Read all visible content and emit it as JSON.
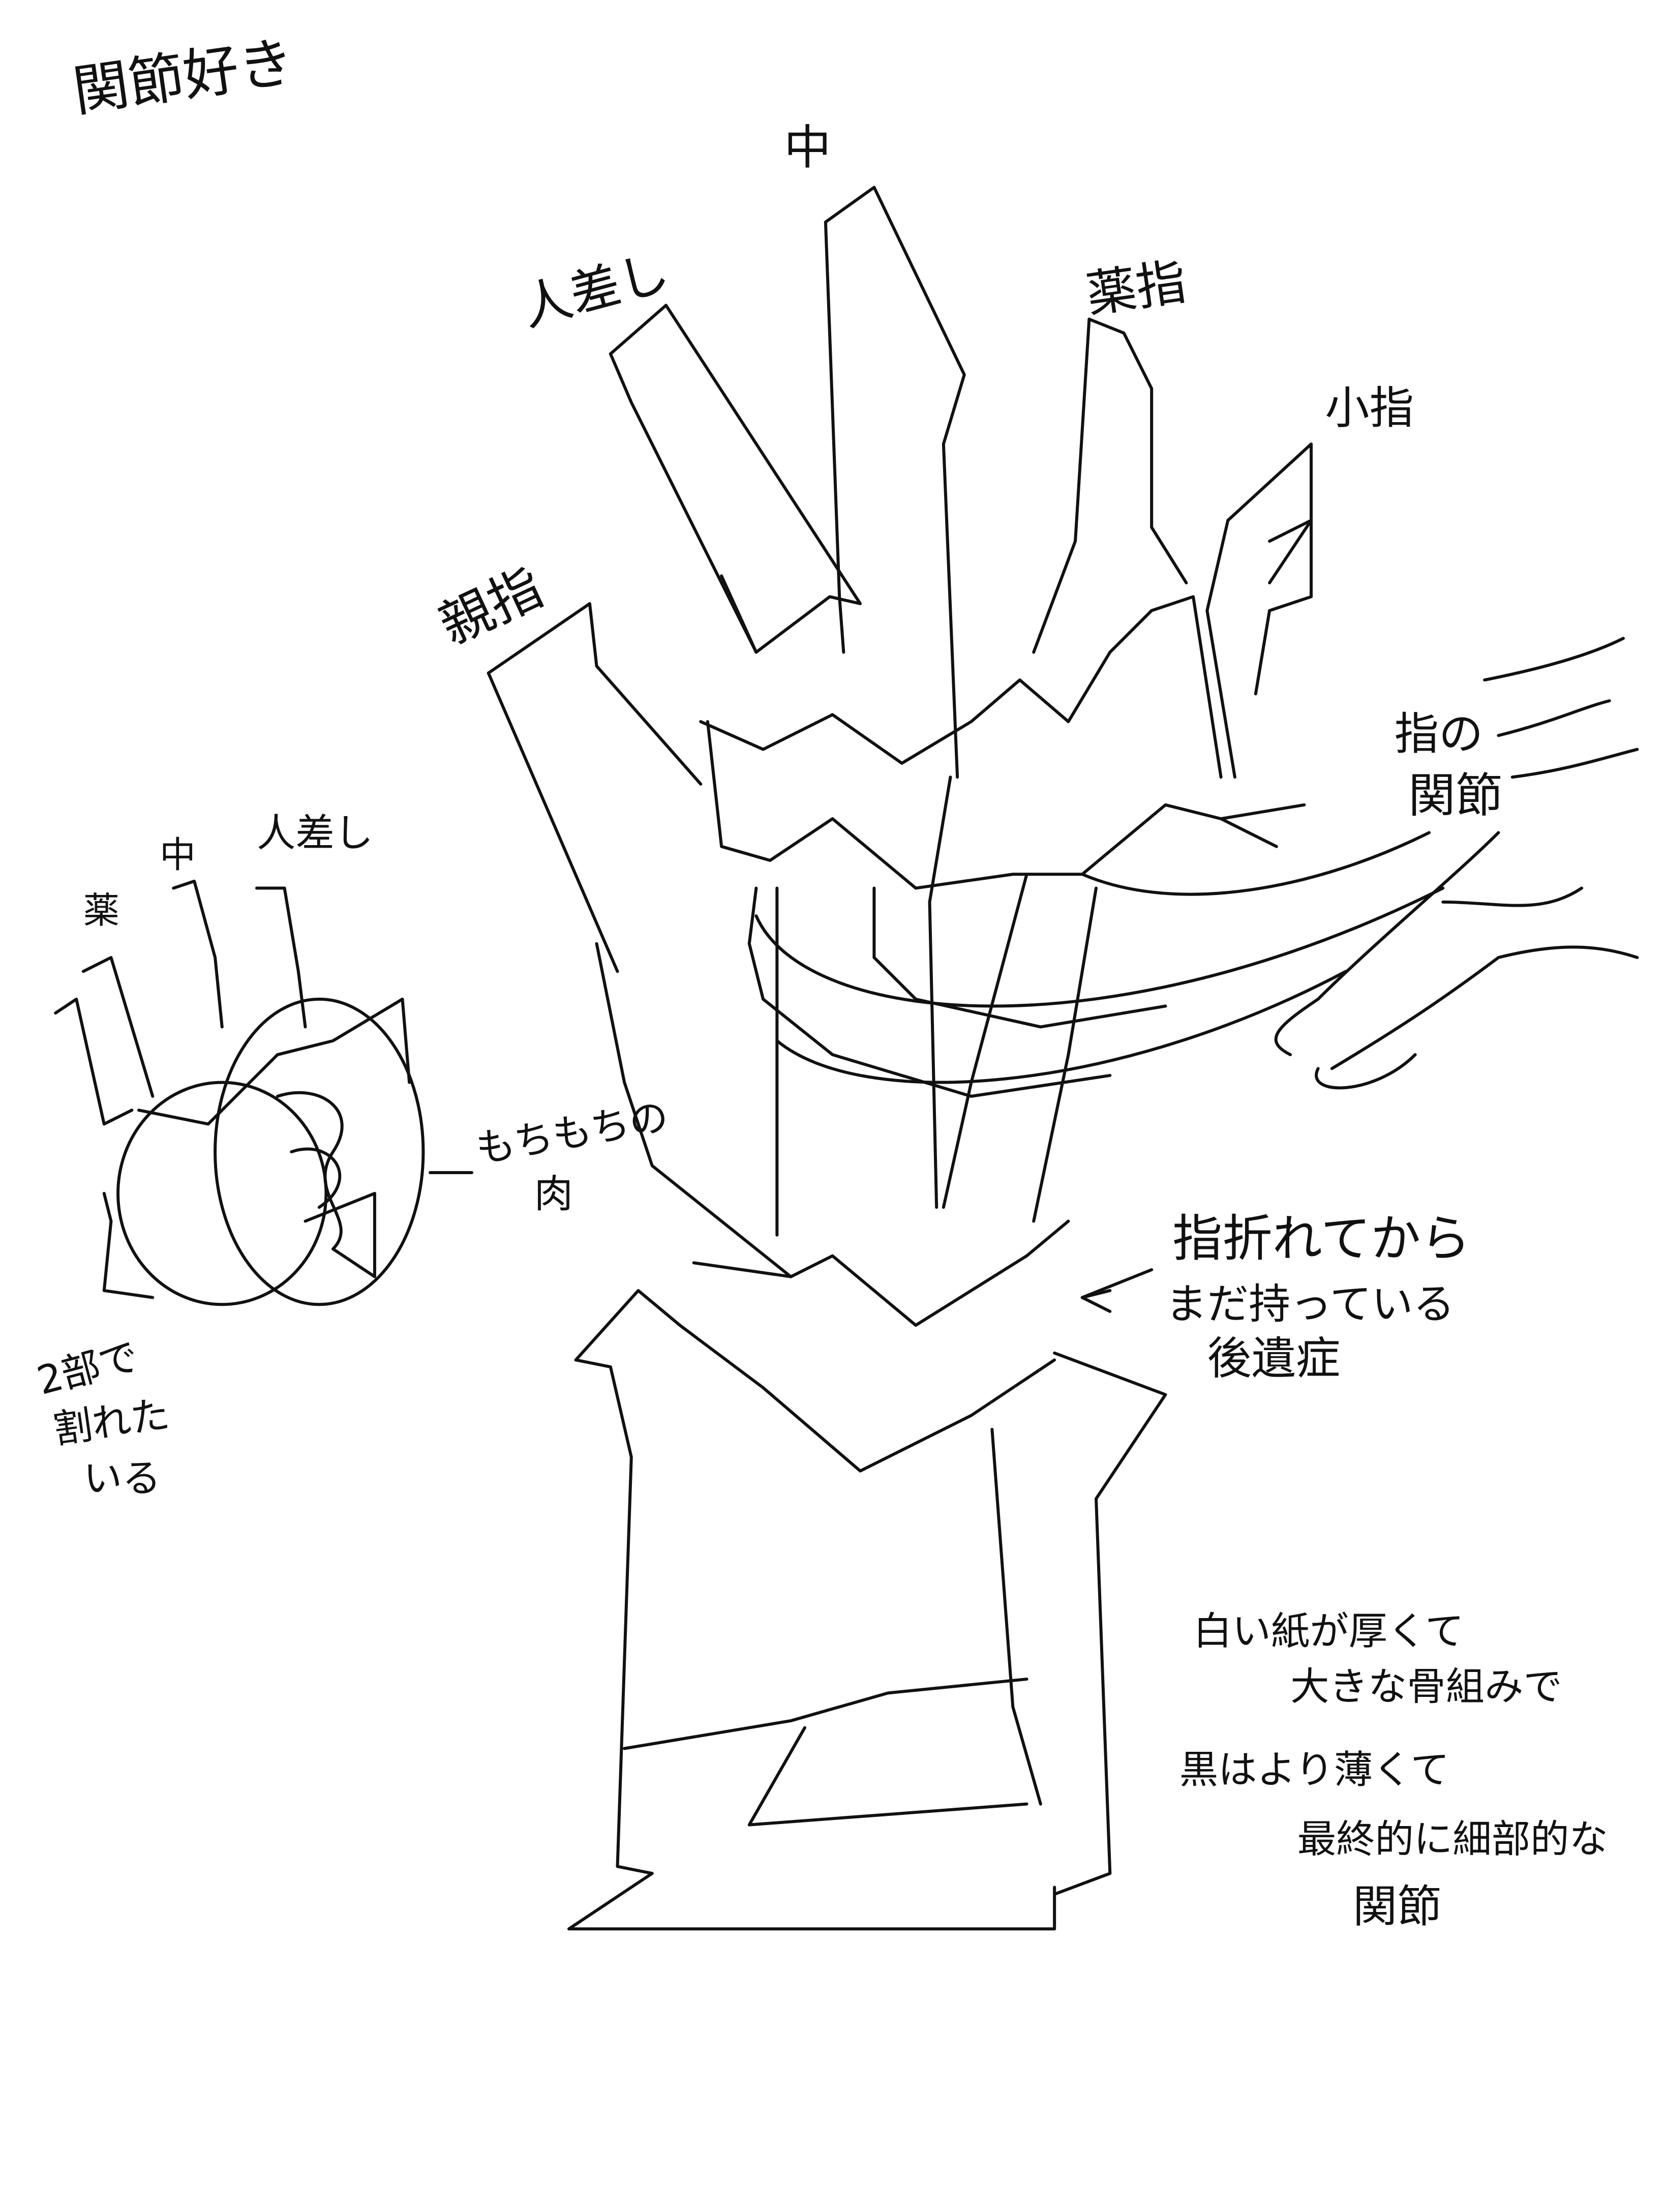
{
  "title": "関節好き",
  "finger_labels": {
    "middle": "中",
    "index": "人差し",
    "ring": "薬指",
    "little": "小指",
    "thumb": "親指"
  },
  "joint_label": {
    "line1": "指の",
    "line2": "関節"
  },
  "small_sketch": {
    "labels": [
      "薬",
      "中",
      "人差し"
    ],
    "flesh_note": {
      "line1": "もちもちの",
      "line2": "肉"
    },
    "split_note": {
      "line1": "2部で",
      "line2": "割れた",
      "line3": "いる"
    }
  },
  "injury_note": {
    "line1": "指折れてから",
    "line2": "まだ持っている",
    "line3": "後遺症"
  },
  "material_note": {
    "line1": "白い紙が厚くて",
    "line2": "大きな骨組みで",
    "line3": "黒はより薄くて",
    "line4": "最終的に細部的な",
    "line5": "関節"
  },
  "colors": {
    "ink": "#111111",
    "paper": "#ffffff"
  }
}
